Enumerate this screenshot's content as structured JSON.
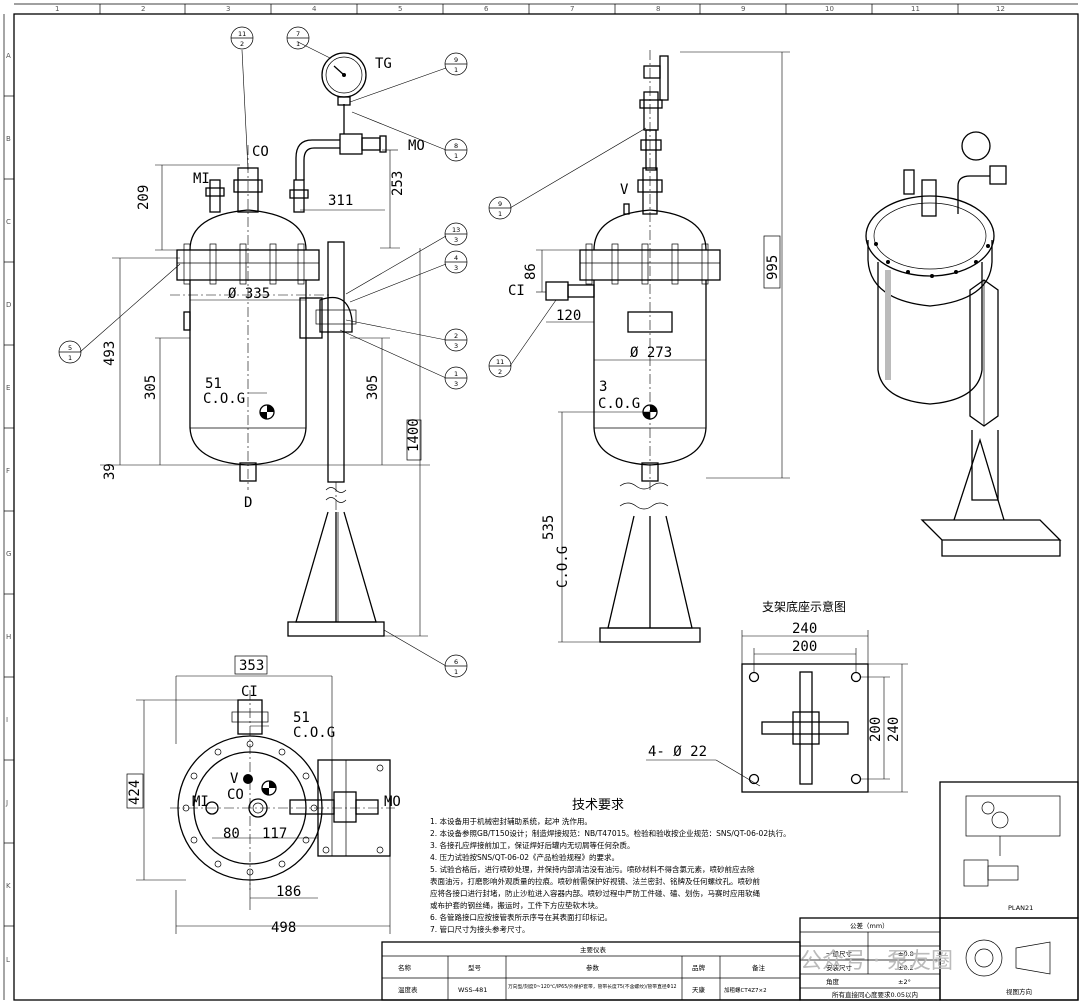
{
  "grid_columns": [
    "1",
    "2",
    "3",
    "4",
    "5",
    "6",
    "7",
    "8",
    "9",
    "10",
    "11",
    "12"
  ],
  "grid_rows": [
    "A",
    "B",
    "C",
    "D",
    "E",
    "F",
    "G",
    "H",
    "I",
    "J",
    "K",
    "L"
  ],
  "front_view": {
    "labels": {
      "co": "CO",
      "mi": "MI",
      "mo": "MO",
      "tg": "TG",
      "d": "D",
      "cog": "C.O.G"
    },
    "dims": {
      "d209": "209",
      "d311": "311",
      "d253": "253",
      "d335": "Ø 335",
      "d493": "493",
      "d305a": "305",
      "d305b": "305",
      "d51": "51",
      "d1400": "1400",
      "d39": "39"
    }
  },
  "side_view": {
    "labels": {
      "v": "V",
      "ci": "CI",
      "cog": "C.O.G",
      "cog_v": "C.O.G"
    },
    "dims": {
      "d995": "995",
      "d86": "86",
      "d120": "120",
      "d273": "Ø 273",
      "d3": "3",
      "d535": "535"
    }
  },
  "top_view": {
    "labels": {
      "ci": "CI",
      "cog": "C.O.G",
      "v": "V",
      "co": "CO",
      "mi": "MI",
      "mo": "MO"
    },
    "dims": {
      "d353": "353",
      "d51": "51",
      "d424": "424",
      "d80": "80",
      "d117": "117",
      "d186": "186",
      "d498": "498"
    }
  },
  "base_view": {
    "title": "支架底座示意图",
    "dims": {
      "d240t": "240",
      "d200t": "200",
      "d200v": "200",
      "d240v": "240",
      "holes": "4- Ø 22"
    }
  },
  "balloons": [
    {
      "id": "b11",
      "top": "11",
      "bot": "2"
    },
    {
      "id": "b7",
      "top": "7",
      "bot": "1"
    },
    {
      "id": "b9",
      "top": "9",
      "bot": "1"
    },
    {
      "id": "b8",
      "top": "8",
      "bot": "1"
    },
    {
      "id": "b5",
      "top": "5",
      "bot": "1"
    },
    {
      "id": "b13",
      "top": "13",
      "bot": "3"
    },
    {
      "id": "b4",
      "top": "4",
      "bot": "3"
    },
    {
      "id": "b2",
      "top": "2",
      "bot": "3"
    },
    {
      "id": "b1",
      "top": "1",
      "bot": "3"
    },
    {
      "id": "b6",
      "top": "6",
      "bot": "1"
    },
    {
      "id": "b9s",
      "top": "9",
      "bot": "1"
    },
    {
      "id": "b11s",
      "top": "11",
      "bot": "2"
    }
  ],
  "tech_requirements": {
    "title": "技术要求",
    "items": [
      "1.  本设备用于机械密封辅助系统，起冲 洗作用。",
      "2.  本设备参照GB/T150设计；制造焊接规范：NB/T47015。检验和验收按企业规范：SNS/QT-06-02执行。",
      "3.  各接孔应焊接前加工，保证焊好后罐内无切屑等任何杂质。",
      "4.  压力试验按SNS/QT-06-02《产品检验规程》的要求。",
      "5.  试验合格后，进行喷砂处理，并保持内部清洁没有油污。喷砂材料不得含氯元素，喷砂前应去除",
      "    表面油污，打磨影响外观质量的拉痕。喷砂前需保护好视镜、法兰密封、铭牌及任何螺纹孔。喷砂前",
      "    应将各接口进行封堵，防止沙粒进入容器内部。喷砂过程中严防工件碰、磕、划伤，马赛时应用软绳",
      "    或布护套的钢丝绳，搬运时，工件下方应垫软木块。",
      "6.  各管路接口应按接管表所示序号在其表面打印标记。",
      "7.  管口尺寸为接头参考尺寸。"
    ]
  },
  "title_block": {
    "header": "主要仪表",
    "cols": [
      "名称",
      "型号",
      "参数",
      "品牌",
      "备注"
    ],
    "row": [
      "温度表",
      "WSS-481",
      "万向型/刻度0~120℃/IP65/外保护套带，管带长度75(不含螺纹)/管带直径Φ12",
      "天康",
      "加粗螺CT4Z7×2"
    ]
  },
  "spec_block": {
    "title": "公差（mm）",
    "rows": [
      [
        "一般尺寸",
        "±0.8"
      ],
      [
        "安装尺寸",
        "±0.2"
      ],
      [
        "角度",
        "±2°"
      ]
    ],
    "footer": "所有直接同心度要求0.05以内"
  },
  "plan_box": {
    "label": "PLAN21",
    "footer": "视图方向"
  },
  "watermark": "公众号 · 泵友圈"
}
